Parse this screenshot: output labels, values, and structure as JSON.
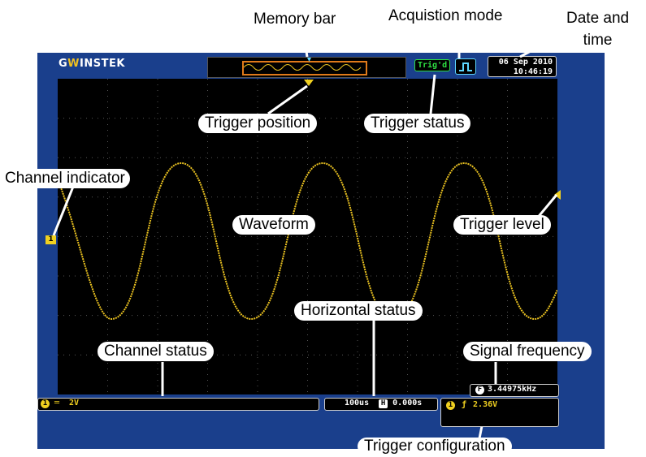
{
  "annotations": {
    "memory_bar": "Memory bar",
    "acquisition_mode": "Acquistion mode",
    "date_time_line1": "Date and",
    "date_time_line2": "time",
    "trigger_position": "Trigger position",
    "trigger_status": "Trigger status",
    "channel_indicator": "Channel indicator",
    "waveform": "Waveform",
    "trigger_level": "Trigger level",
    "horizontal_status": "Horizontal status",
    "channel_status": "Channel status",
    "signal_frequency": "Signal frequency",
    "trigger_configuration": "Trigger configuration"
  },
  "scope": {
    "brand": "GWINSTEK",
    "trigger_state": "Trig'd",
    "date": "06 Sep 2010",
    "time": "10:46:19",
    "channel_marker": "1",
    "channel_coupling_icon": "dc-coupling-icon",
    "volts_per_div": "2V",
    "timebase": "100us",
    "horizontal_mode_icon": "H",
    "horizontal_position": "0.000s",
    "trigger_source": "1",
    "trigger_slope_icon": "rising-edge-icon",
    "trigger_level": "2.36V",
    "frequency_icon": "F",
    "frequency": "3.44975kHz"
  },
  "colors": {
    "bezel": "#1a3f8c",
    "trace": "#e8c020",
    "grid": "#555555",
    "trig_status": "#2ee042",
    "acq_icon": "#5ed6ff",
    "memory_window": "#e07a1a"
  }
}
